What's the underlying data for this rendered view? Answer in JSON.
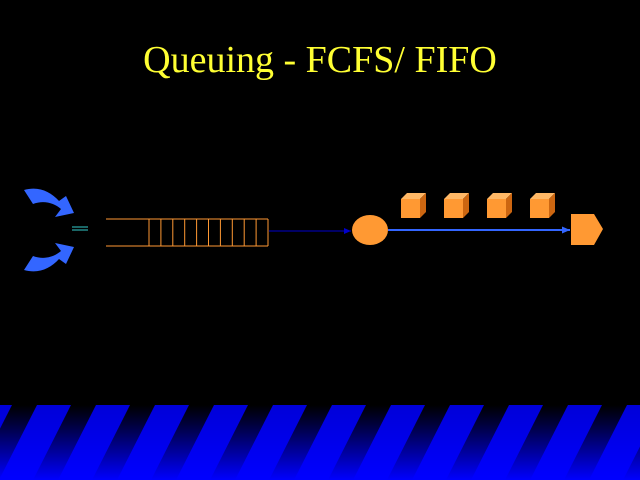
{
  "slide": {
    "title": "Queuing - FCFS/ FIFO",
    "background_color": "#000000",
    "title_color": "#FFFF33"
  },
  "diagram": {
    "source_icon": "split-arrow-icon",
    "queue_slots": 10,
    "packets_in_flight": 4,
    "colors": {
      "source_arrows": "#3366FF",
      "queue_outline": "#FF9933",
      "flow_arrow": "#0000CC",
      "output_arrow": "#3366FF",
      "server": "#FF9933",
      "packet": "#FF9933",
      "destination": "#FF9933",
      "entry_marks": "#33CCCC"
    }
  },
  "footer": {
    "stripe_color": "#0000FF",
    "gradient_colors": [
      "#000000",
      "#0000FF"
    ]
  }
}
